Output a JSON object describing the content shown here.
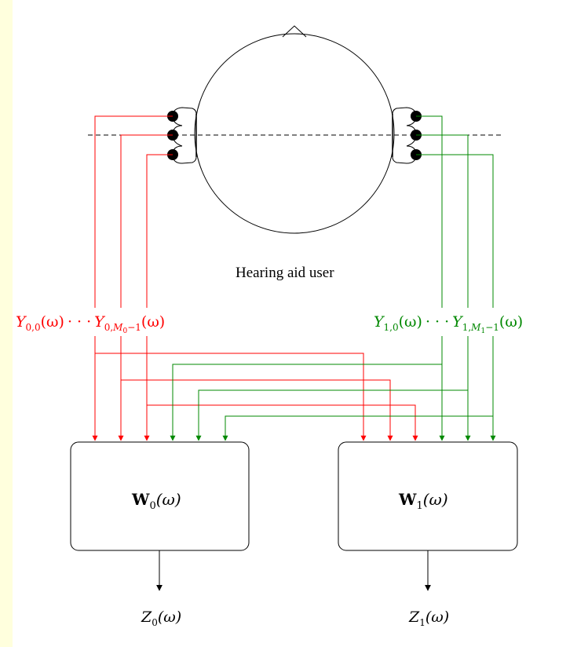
{
  "caption": "Hearing aid user",
  "colors": {
    "left": "#ff0000",
    "right": "#008800",
    "black": "#000000",
    "margin": "#ffffdd"
  },
  "left_signals": {
    "first": {
      "base": "Y",
      "sub": "0,0",
      "arg": "(ω)"
    },
    "dots": "· · ·",
    "last": {
      "base": "Y",
      "sub": "0,",
      "subsub_base": "M",
      "subsub_sub": "0",
      "subsub_tail": "−1",
      "arg": "(ω)"
    }
  },
  "right_signals": {
    "first": {
      "base": "Y",
      "sub": "1,0",
      "arg": "(ω)"
    },
    "dots": "· · ·",
    "last": {
      "base": "Y",
      "sub": "1,",
      "subsub_base": "M",
      "subsub_sub": "1",
      "subsub_tail": "−1",
      "arg": "(ω)"
    }
  },
  "filters": [
    {
      "base": "W",
      "sub": "0",
      "arg": "(ω)"
    },
    {
      "base": "W",
      "sub": "1",
      "arg": "(ω)"
    }
  ],
  "outputs": [
    {
      "base": "Z",
      "sub": "0",
      "arg": "(ω)"
    },
    {
      "base": "Z",
      "sub": "1",
      "arg": "(ω)"
    }
  ]
}
